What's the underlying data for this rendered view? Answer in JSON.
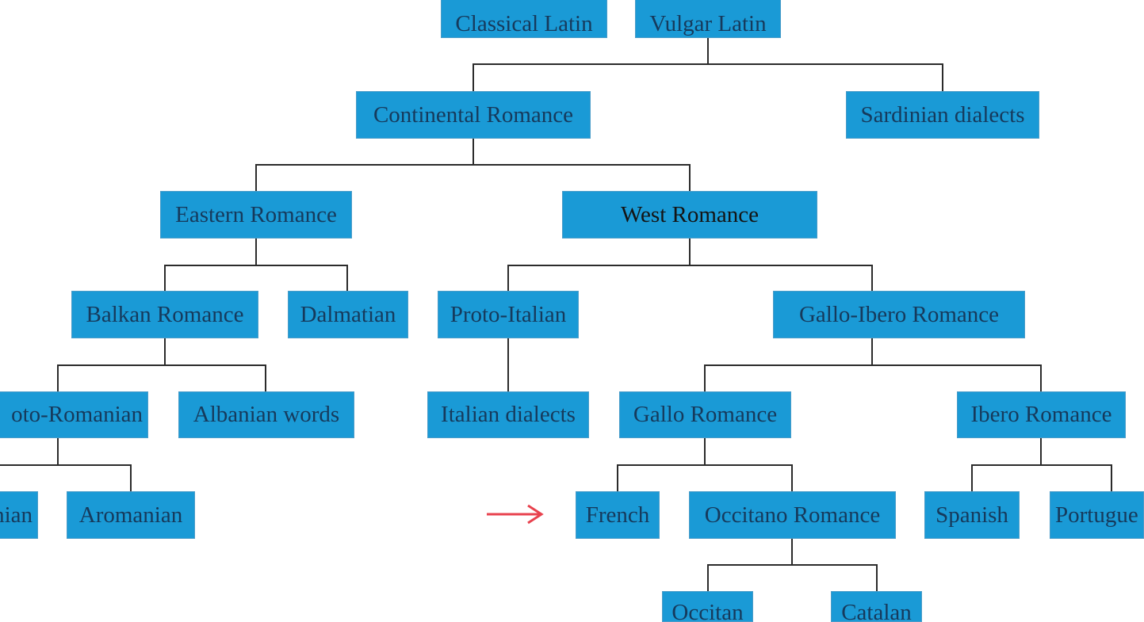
{
  "colors": {
    "node_fill": "#1a9ad6",
    "node_text": "#163a5c",
    "edge": "#2b2b2b",
    "arrow": "#e8424e"
  },
  "nodes": {
    "classical_latin": "Classical Latin",
    "vulgar_latin": "Vulgar Latin",
    "continental_romance": "Continental Romance",
    "sardinian_dialects": "Sardinian dialects",
    "eastern_romance": "Eastern Romance",
    "west_romance": "West Romance",
    "balkan_romance": "Balkan Romance",
    "dalmatian": "Dalmatian",
    "proto_italian": "Proto-Italian",
    "gallo_ibero_romance": "Gallo-Ibero Romance",
    "proto_romanian": "oto-Romanian",
    "albanian_words": "Albanian words",
    "italian_dialects": "Italian dialects",
    "gallo_romance": "Gallo Romance",
    "ibero_romance": "Ibero Romance",
    "romanian": "nian",
    "aromanian": "Aromanian",
    "french": "French",
    "occitano_romance": "Occitano Romance",
    "spanish": "Spanish",
    "portuguese": "Portugue",
    "occitan": "Occitan",
    "catalan": "Catalan"
  },
  "marker": {
    "icon": "right-arrow-icon"
  }
}
